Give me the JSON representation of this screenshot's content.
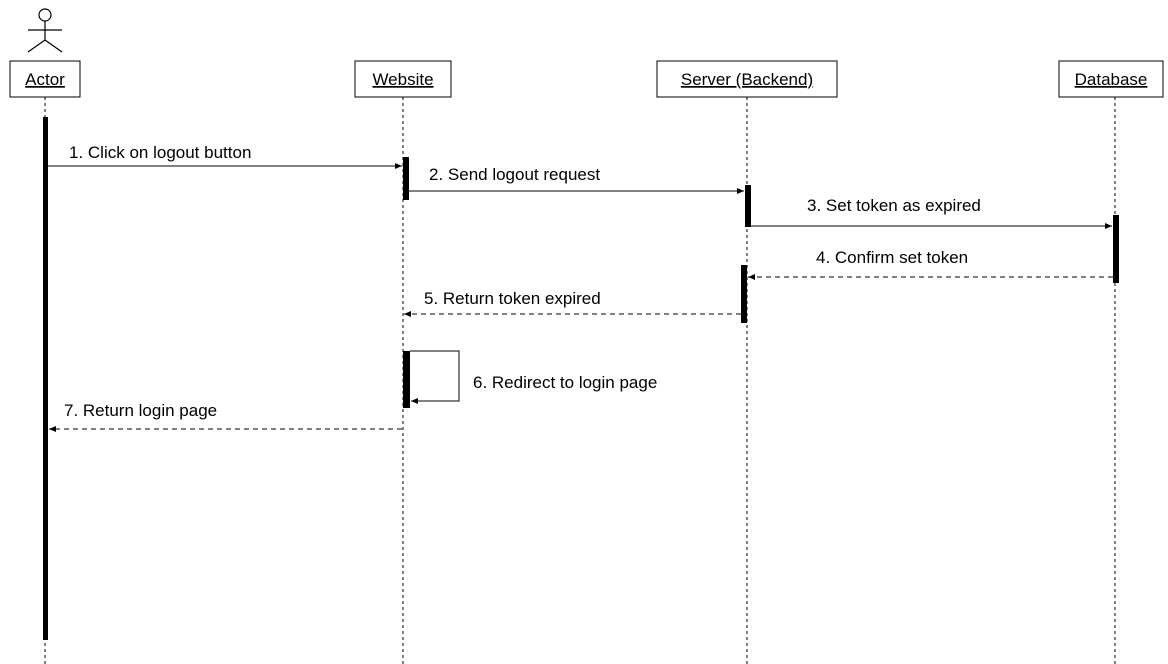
{
  "participants": [
    {
      "id": "actor",
      "label": "Actor"
    },
    {
      "id": "website",
      "label": "Website"
    },
    {
      "id": "server",
      "label": "Server (Backend)"
    },
    {
      "id": "database",
      "label": "Database"
    }
  ],
  "messages": [
    {
      "label": "1. Click on logout button",
      "from": "actor",
      "to": "website",
      "style": "solid"
    },
    {
      "label": "2. Send logout request",
      "from": "website",
      "to": "server",
      "style": "solid"
    },
    {
      "label": "3. Set token as expired",
      "from": "server",
      "to": "database",
      "style": "solid"
    },
    {
      "label": "4. Confirm set token",
      "from": "database",
      "to": "server",
      "style": "dashed"
    },
    {
      "label": "5. Return token expired",
      "from": "server",
      "to": "website",
      "style": "dashed"
    },
    {
      "label": "6. Redirect to login page",
      "from": "website",
      "to": "website",
      "style": "solid"
    },
    {
      "label": "7. Return login page",
      "from": "website",
      "to": "actor",
      "style": "dashed"
    }
  ],
  "colors": {
    "line": "#000000",
    "background": "#ffffff"
  }
}
